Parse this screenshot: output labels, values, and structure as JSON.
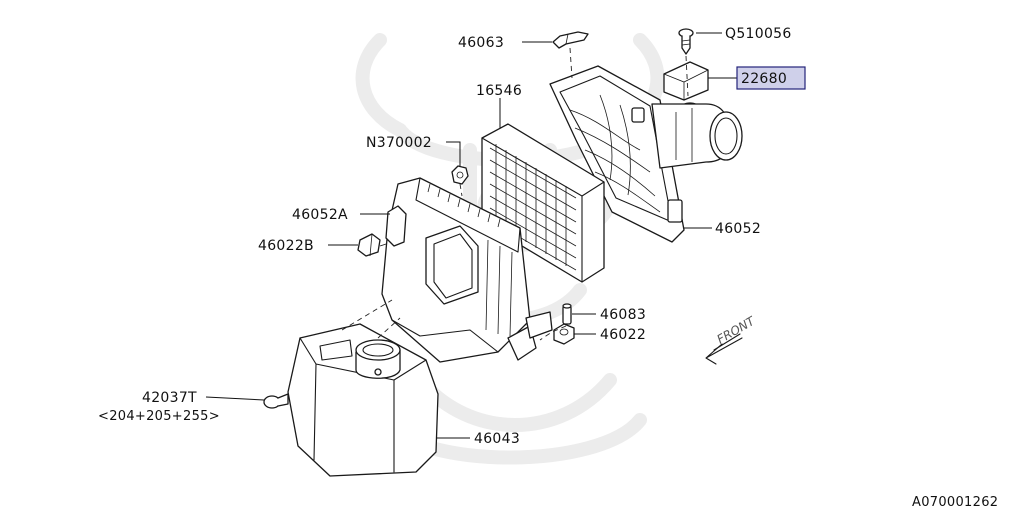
{
  "diagram": {
    "reference_code": "A070001262",
    "front_label": "FRONT",
    "parts": [
      {
        "id": "p-46063",
        "number": "46063"
      },
      {
        "id": "p-q510056",
        "number": "Q510056"
      },
      {
        "id": "p-22680",
        "number": "22680",
        "highlighted": true
      },
      {
        "id": "p-16546",
        "number": "16546"
      },
      {
        "id": "p-n370002",
        "number": "N370002"
      },
      {
        "id": "p-46052a",
        "number": "46052A"
      },
      {
        "id": "p-46022b",
        "number": "46022B"
      },
      {
        "id": "p-46052",
        "number": "46052"
      },
      {
        "id": "p-46083",
        "number": "46083"
      },
      {
        "id": "p-46022",
        "number": "46022"
      },
      {
        "id": "p-42037t",
        "number": "42037T",
        "note": "<204+205+255>"
      },
      {
        "id": "p-46043",
        "number": "46043"
      }
    ],
    "colors": {
      "line": "#1a1a1a",
      "highlight_fill": "#cfd0ea",
      "highlight_border": "#23237a",
      "watermark": "#ececec"
    }
  }
}
